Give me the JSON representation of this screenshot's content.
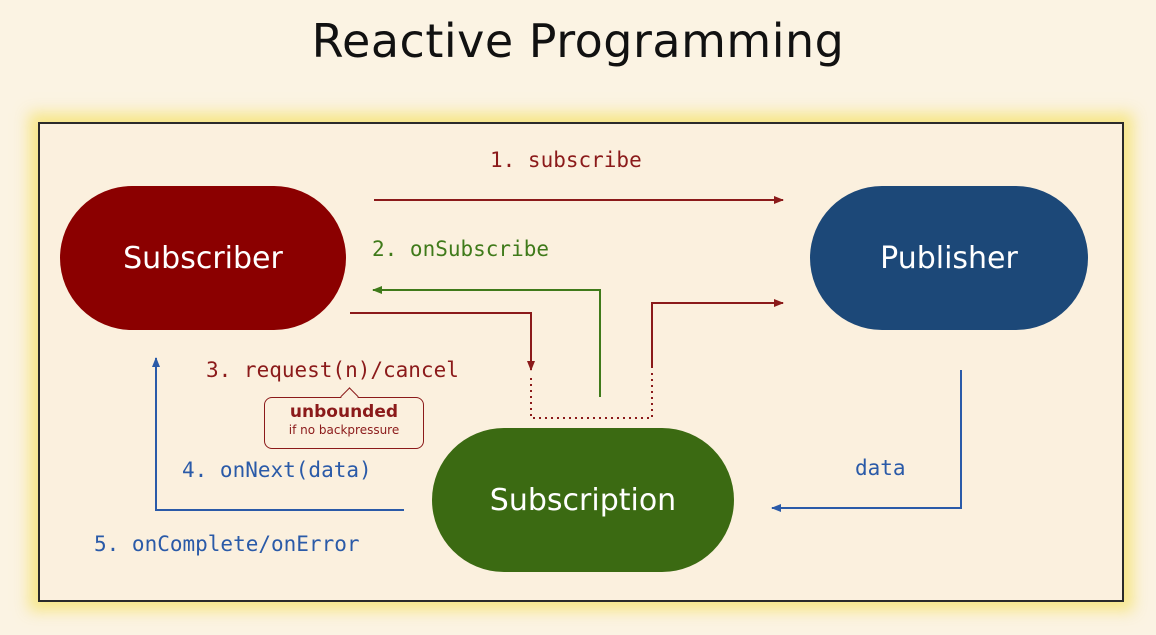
{
  "title": "Reactive Programming",
  "nodes": {
    "subscriber": "Subscriber",
    "publisher": "Publisher",
    "subscription": "Subscription"
  },
  "edges": {
    "subscribe": "1. subscribe",
    "on_subscribe": "2. onSubscribe",
    "request": "3. request(n)/cancel",
    "on_next": "4. onNext(data)",
    "on_complete": "5. onComplete/onError",
    "data": "data"
  },
  "note": {
    "title": "unbounded",
    "subtitle": "if no backpressure"
  },
  "colors": {
    "subscriber": "#8b0000",
    "publisher": "#1c4878",
    "subscription": "#3b6a12",
    "red_arrow": "#8b1a1a",
    "green_arrow": "#3f7a1a",
    "blue_arrow": "#2a5aa8"
  }
}
